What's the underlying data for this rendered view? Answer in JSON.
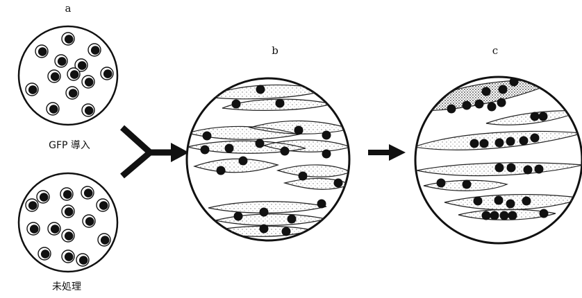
{
  "panels": {
    "a": {
      "label": "a",
      "caption_top": "GFP 導入",
      "caption_bottom": "未処理"
    },
    "b": {
      "label": "b"
    },
    "c": {
      "label": "c"
    }
  },
  "colors": {
    "ink": "#111111",
    "stipple": "#8a8a8a",
    "paper": "#ffffff"
  },
  "icons": [
    "merge-arrow-icon",
    "right-arrow-icon"
  ]
}
